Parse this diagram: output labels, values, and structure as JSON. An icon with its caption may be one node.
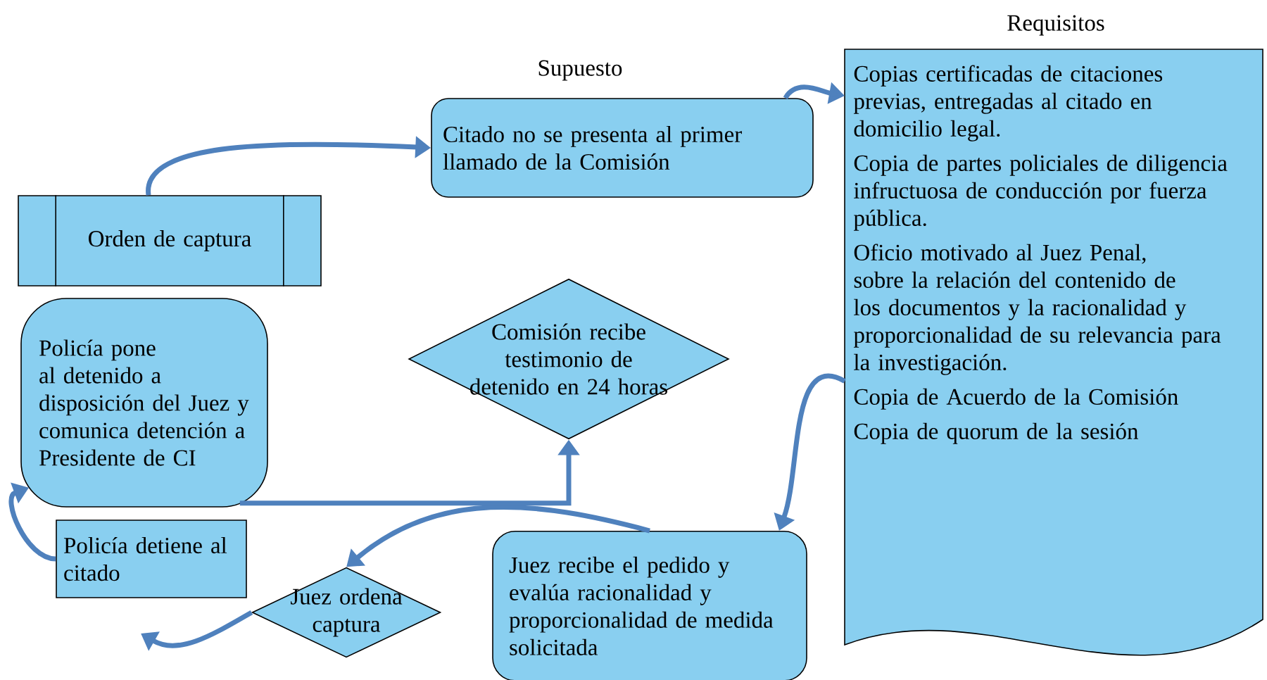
{
  "diagram": {
    "nodes": [
      {
        "text": [
          "Orden de captura"
        ]
      },
      {
        "text": [
          "Supuesto",
          "Citado no se presenta al primer llamado de la Comisión"
        ]
      },
      {
        "text": [
          "Requisitos",
          "Copias certificadas de citaciones previas, entregadas al citado en domicilio legal.",
          "Copia de partes policiales de diligencia infructuosa de conducción por fuerza pública.",
          "Oficio motivado al Juez Penal, sobre la relación del contenido de los documentos y la racionalidad y proporcionalidad de su relevancia para la investigación.",
          "Copia de Acuerdo de la Comisión",
          "Copia de quorum de la sesión"
        ]
      },
      {
        "text": [
          "Comisión recibe testimonio de detenido en 24 horas"
        ]
      },
      {
        "text": [
          "Policía pone al detenido a disposición del Juez y comunica detención a Presidente de CI"
        ]
      },
      {
        "text": [
          "Policía detiene al citado"
        ]
      },
      {
        "text": [
          "Juez ordena captura"
        ]
      },
      {
        "text": [
          "Juez recibe el pedido y evalúa racionalidad y proporcionalidad de medida solicitada"
        ]
      }
    ],
    "edges": [
      {
        "from": 0,
        "to": 1,
        "arrow": "to"
      },
      {
        "from": 1,
        "to": 2,
        "arrow": "to"
      },
      {
        "from": 2,
        "to": 7,
        "arrow": "to"
      },
      {
        "from": 7,
        "to": 6,
        "arrow": "to"
      },
      {
        "from": 6,
        "to": null,
        "arrow": "to"
      },
      {
        "from": 5,
        "to": 4,
        "arrow": "to"
      },
      {
        "from": 4,
        "to": 3,
        "arrow": "to"
      }
    ]
  }
}
